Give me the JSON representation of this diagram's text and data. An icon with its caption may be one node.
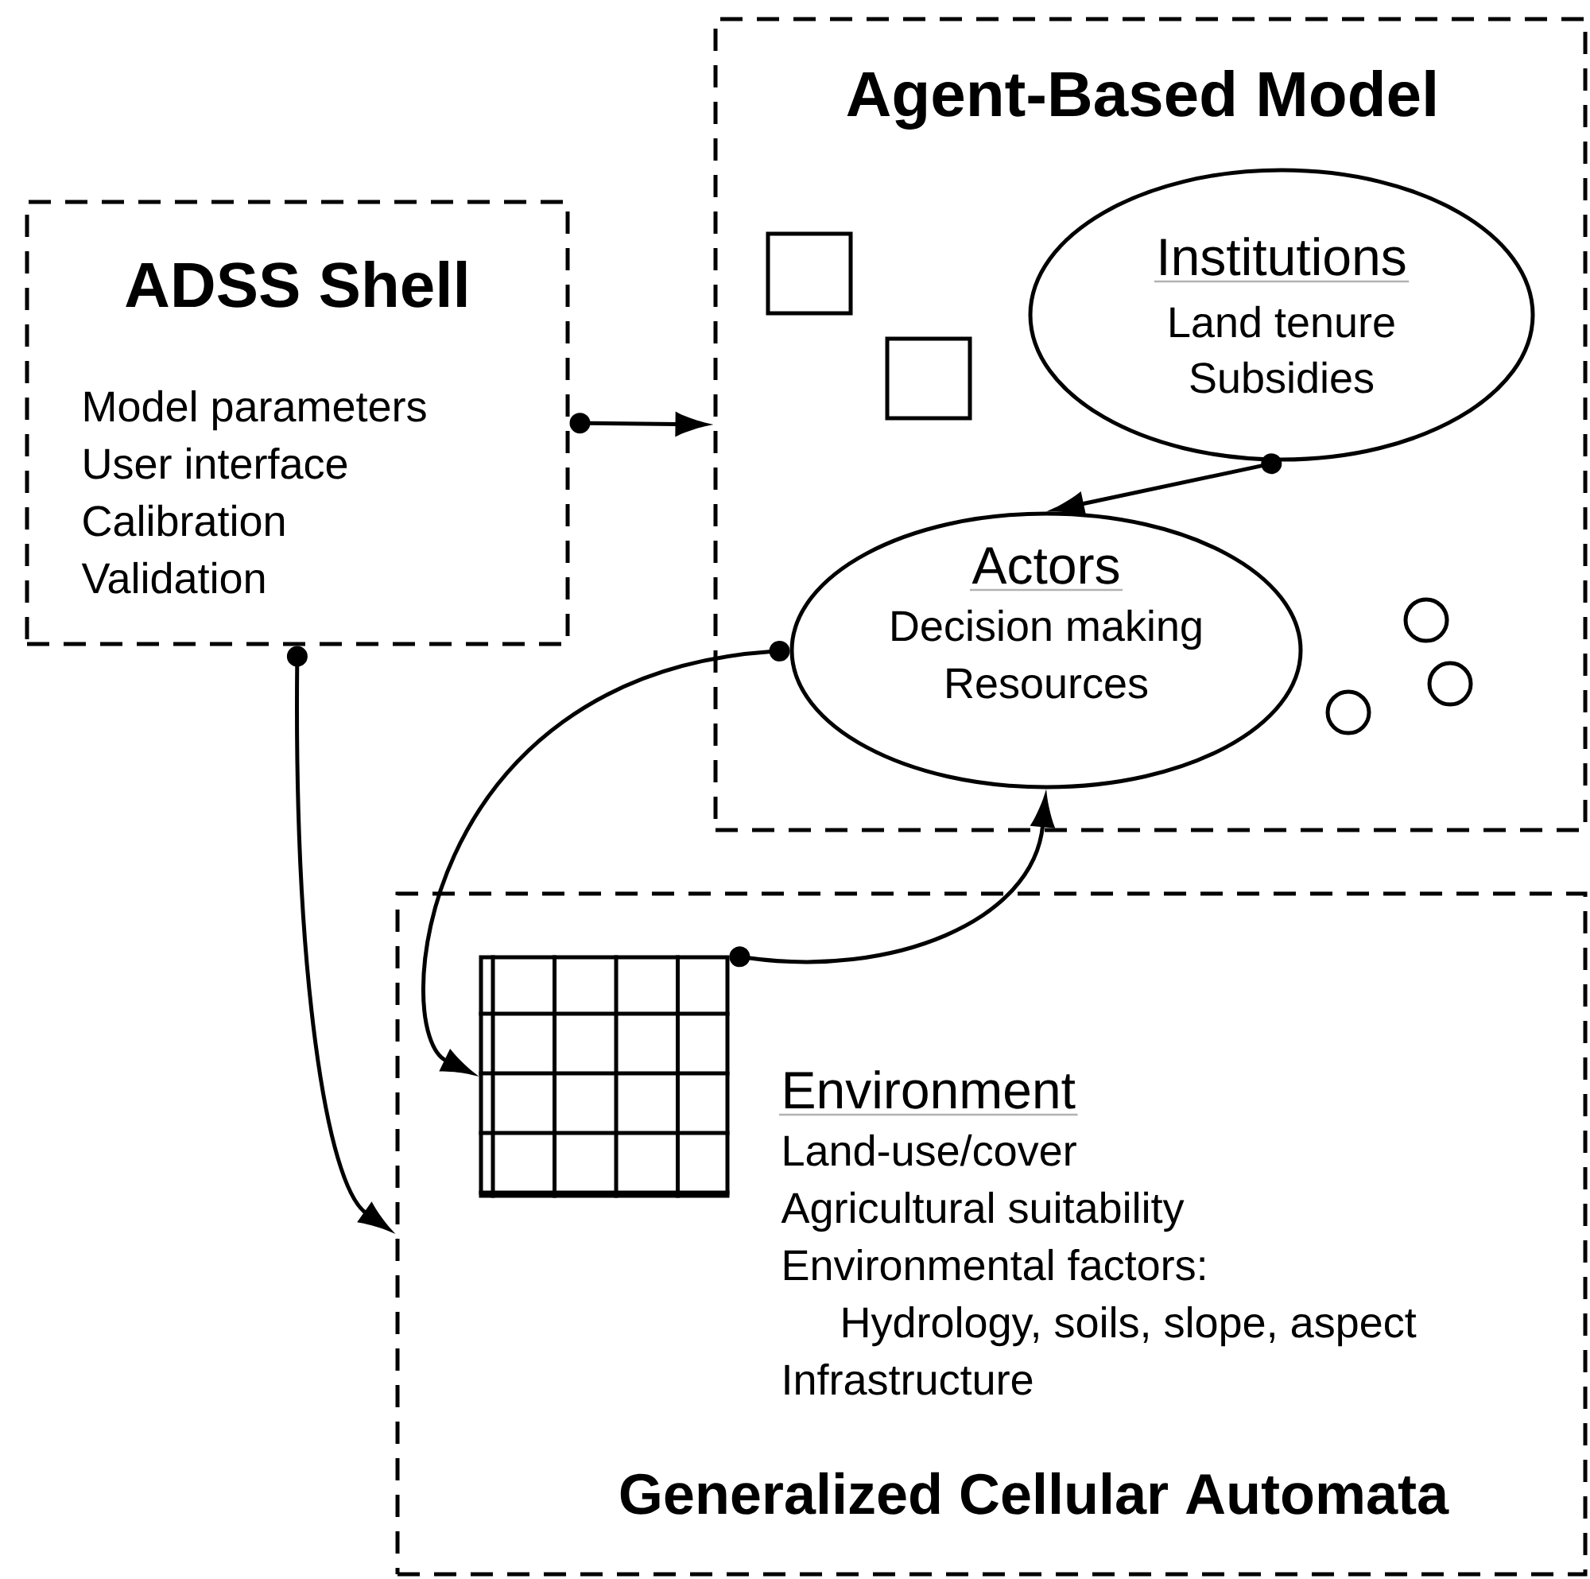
{
  "diagram": {
    "nodes": [
      {
        "text": [
          "ADSS Shell",
          "Model parameters",
          "User interface",
          "Calibration",
          "Validation"
        ]
      },
      {
        "text": [
          "Agent-Based Model"
        ]
      },
      {
        "text": [],
        "shape": "box",
        "in": 1
      },
      {
        "text": [],
        "shape": "box",
        "in": 1
      },
      {
        "text": [
          "Institutions",
          "Land tenure",
          "Subsidies"
        ],
        "in": 1
      },
      {
        "text": [
          "Actors",
          "Decision making",
          "Resources"
        ],
        "in": 1
      },
      {
        "text": [],
        "shape": "circle",
        "in": 1
      },
      {
        "text": [],
        "shape": "circle",
        "in": 1
      },
      {
        "text": [],
        "shape": "circle",
        "in": 1
      },
      {
        "text": [
          "Environment",
          "Land-use/cover",
          "Agricultural suitability",
          "Environmental factors:",
          "Hydrology, soils, slope, aspect",
          "Infrastructure",
          "Generalized Cellular Automata"
        ]
      },
      {
        "text": [],
        "shape": "grid",
        "in": 9
      }
    ],
    "edges": [
      {
        "from": 0,
        "to": 1,
        "arrow": "to"
      },
      {
        "from": 4,
        "to": 5,
        "arrow": "to"
      },
      {
        "from": 5,
        "to": 10,
        "arrow": "to"
      },
      {
        "from": 10,
        "to": 5,
        "arrow": "to"
      },
      {
        "from": 0,
        "to": 9,
        "arrow": "to"
      }
    ]
  }
}
